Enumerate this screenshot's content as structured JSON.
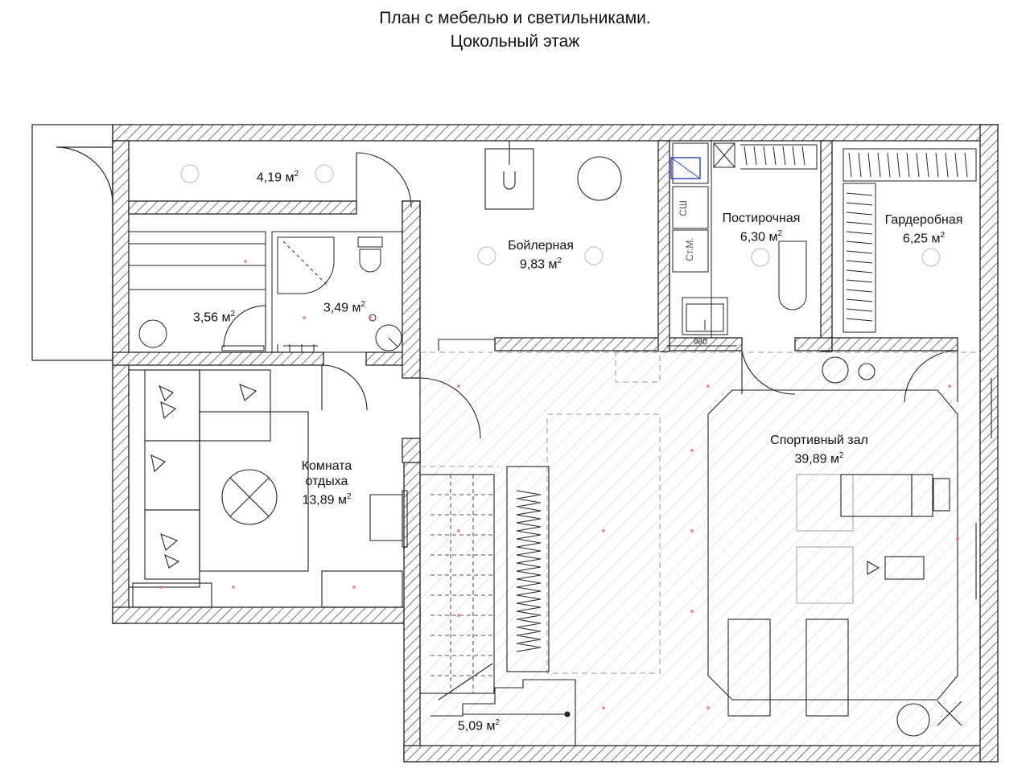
{
  "title": {
    "line1": "План с мебелью и светильниками.",
    "line2": "Цокольный этаж"
  },
  "rooms": {
    "corridor": {
      "area": "4,19 м",
      "unit_sup": "2"
    },
    "boiler": {
      "name": "Бойлерная",
      "area": "9,83 м",
      "unit_sup": "2"
    },
    "laundry": {
      "name": "Постирочная",
      "area": "6,30 м",
      "unit_sup": "2"
    },
    "wardrobe": {
      "name": "Гардеробная",
      "area": "6,25 м",
      "unit_sup": "2"
    },
    "sauna": {
      "area": "3,56 м",
      "unit_sup": "2"
    },
    "shower": {
      "area": "3,49 м",
      "unit_sup": "2"
    },
    "lounge": {
      "name_line1": "Комната",
      "name_line2": "отдыха",
      "area": "13,89 м",
      "unit_sup": "2"
    },
    "gym": {
      "name": "Спортивный зал",
      "area": "39,89 м",
      "unit_sup": "2"
    },
    "stairs": {
      "area": "5,09 м",
      "unit_sup": "2"
    }
  },
  "appliance_labels": {
    "dryer": "СШ",
    "washer": "Ст.М."
  },
  "dimension": {
    "door_width": "980"
  },
  "colors": {
    "wall": "#222222",
    "hatch": "#555555",
    "light_dot": "#e06a6a",
    "accent_box": "#2b3fb8",
    "floor_hatch": "#c4c4c4"
  }
}
